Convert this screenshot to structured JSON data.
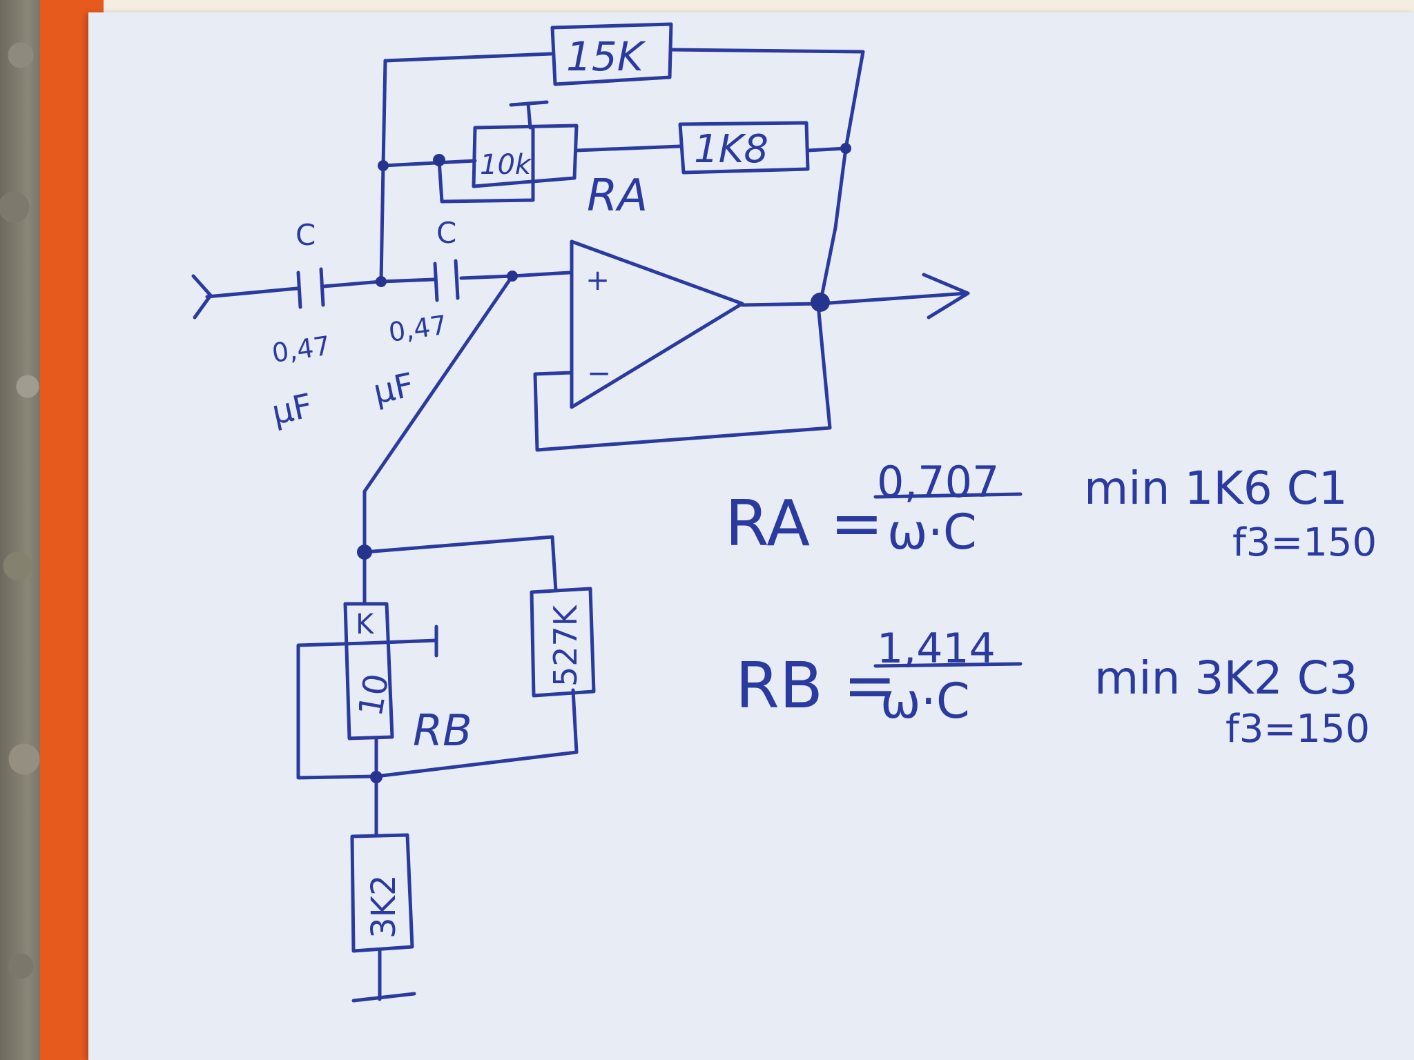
{
  "schematic": {
    "resistors": {
      "feedback_top": "15K",
      "pot_a": "10k",
      "series_a": "1K8",
      "pot_b_top": "K",
      "pot_b_bottom": "10",
      "parallel_b": "527K",
      "ground_r": "3K2"
    },
    "capacitors": {
      "c1_label": "C",
      "c1_value": "0,47",
      "c1_unit": "μF",
      "c2_label": "C",
      "c2_value": "0,47",
      "c2_unit": "μF"
    },
    "labels": {
      "ra": "RA",
      "rb": "RB",
      "plus": "+",
      "minus": "−"
    }
  },
  "formulas": {
    "ra": {
      "lhs": "RA =",
      "numerator": "0,707",
      "denominator": "ω·C",
      "note": "min 1K6 C1",
      "freq": "f3=150"
    },
    "rb": {
      "lhs": "RB =",
      "numerator": "1,414",
      "denominator": "ω·C",
      "note": "min 3K2 C3",
      "freq": "f3=150"
    }
  }
}
